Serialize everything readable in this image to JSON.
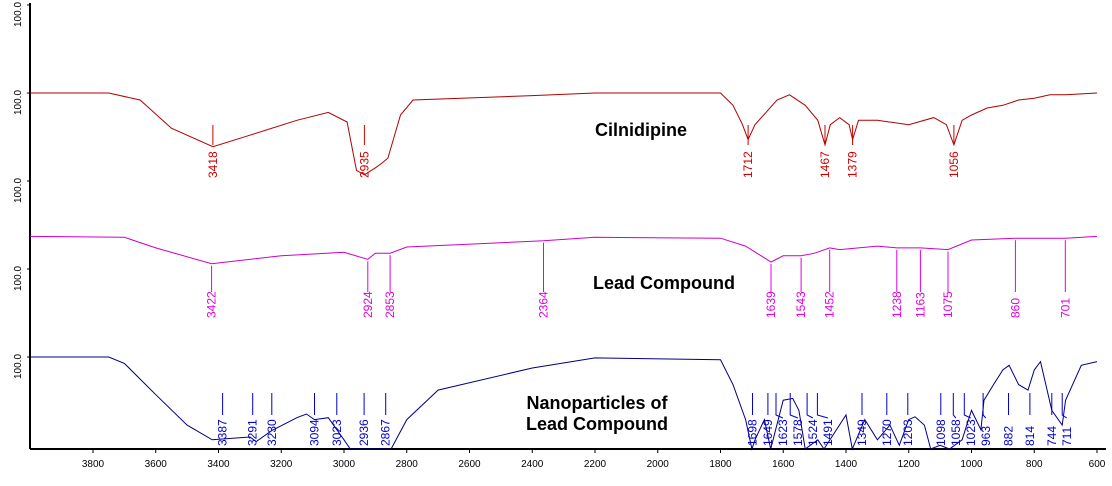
{
  "chart_data": {
    "type": "line",
    "title": "",
    "xlabel": "",
    "ylabel": "",
    "xlim": [
      4000,
      580
    ],
    "xticks": [
      3800,
      3600,
      3400,
      3200,
      3000,
      2800,
      2600,
      2400,
      2200,
      2000,
      1800,
      1600,
      1400,
      1200,
      1000,
      800,
      600
    ],
    "ytick_labels": [
      "100.0",
      "100.0",
      "100.0",
      "100.0",
      "100.0"
    ],
    "series": [
      {
        "name": "Cilnidipine",
        "color": "#b00000",
        "label_color": "#cc0000",
        "panel": 1,
        "points": [
          [
            4000,
            100
          ],
          [
            3750,
            100
          ],
          [
            3650,
            92
          ],
          [
            3550,
            60
          ],
          [
            3418,
            39
          ],
          [
            3300,
            52
          ],
          [
            3150,
            69
          ],
          [
            3050,
            78
          ],
          [
            2990,
            67
          ],
          [
            2960,
            12
          ],
          [
            2935,
            7
          ],
          [
            2900,
            15
          ],
          [
            2880,
            20
          ],
          [
            2860,
            26
          ],
          [
            2820,
            75
          ],
          [
            2780,
            92
          ],
          [
            2400,
            97
          ],
          [
            2200,
            100
          ],
          [
            1800,
            100
          ],
          [
            1760,
            86
          ],
          [
            1730,
            64
          ],
          [
            1712,
            47
          ],
          [
            1690,
            64
          ],
          [
            1620,
            92
          ],
          [
            1580,
            98
          ],
          [
            1530,
            86
          ],
          [
            1490,
            69
          ],
          [
            1467,
            41
          ],
          [
            1450,
            64
          ],
          [
            1420,
            72
          ],
          [
            1390,
            64
          ],
          [
            1379,
            47
          ],
          [
            1360,
            69
          ],
          [
            1300,
            69
          ],
          [
            1200,
            64
          ],
          [
            1120,
            72
          ],
          [
            1080,
            64
          ],
          [
            1056,
            41
          ],
          [
            1030,
            69
          ],
          [
            1000,
            75
          ],
          [
            950,
            83
          ],
          [
            900,
            86
          ],
          [
            850,
            92
          ],
          [
            800,
            94
          ],
          [
            750,
            98
          ],
          [
            700,
            98
          ],
          [
            600,
            100
          ]
        ],
        "peaks": [
          3418,
          2935,
          1712,
          1467,
          1379,
          1056
        ]
      },
      {
        "name": "Lead Compound",
        "color": "#cc00cc",
        "label_color": "#e000e0",
        "panel": 2,
        "points": [
          [
            4000,
            37
          ],
          [
            3700,
            36
          ],
          [
            3600,
            24
          ],
          [
            3422,
            6
          ],
          [
            3200,
            15
          ],
          [
            3000,
            19
          ],
          [
            2924,
            11
          ],
          [
            2900,
            18
          ],
          [
            2853,
            18
          ],
          [
            2800,
            25
          ],
          [
            2364,
            32
          ],
          [
            2200,
            36
          ],
          [
            1800,
            35
          ],
          [
            1720,
            26
          ],
          [
            1639,
            8
          ],
          [
            1600,
            15
          ],
          [
            1543,
            15
          ],
          [
            1500,
            18
          ],
          [
            1452,
            24
          ],
          [
            1420,
            22
          ],
          [
            1300,
            26
          ],
          [
            1238,
            24
          ],
          [
            1163,
            24
          ],
          [
            1075,
            22
          ],
          [
            1000,
            33
          ],
          [
            860,
            35
          ],
          [
            701,
            35
          ],
          [
            600,
            37
          ]
        ],
        "peaks": [
          3422,
          2924,
          2853,
          2364,
          1639,
          1543,
          1452,
          1238,
          1163,
          1075,
          860,
          701
        ]
      },
      {
        "name": "Nanoparticles of Lead Compound",
        "color": "#000080",
        "label_color": "#0000cc",
        "panel": 4,
        "points": [
          [
            4000,
            100
          ],
          [
            3750,
            100
          ],
          [
            3700,
            93
          ],
          [
            3600,
            59
          ],
          [
            3500,
            26
          ],
          [
            3420,
            10
          ],
          [
            3300,
            13
          ],
          [
            3280,
            8
          ],
          [
            3230,
            20
          ],
          [
            3150,
            34
          ],
          [
            3120,
            38
          ],
          [
            3094,
            32
          ],
          [
            3050,
            34
          ],
          [
            3000,
            10
          ],
          [
            2980,
            -6
          ],
          [
            2850,
            -6
          ],
          [
            2800,
            32
          ],
          [
            2700,
            64
          ],
          [
            2400,
            88
          ],
          [
            2200,
            99
          ],
          [
            1800,
            97
          ],
          [
            1760,
            70
          ],
          [
            1720,
            32
          ],
          [
            1700,
            -1
          ],
          [
            1690,
            10
          ],
          [
            1660,
            32
          ],
          [
            1640,
            -1
          ],
          [
            1600,
            53
          ],
          [
            1570,
            55
          ],
          [
            1550,
            42
          ],
          [
            1530,
            -1
          ],
          [
            1490,
            10
          ],
          [
            1470,
            -6
          ],
          [
            1400,
            37
          ],
          [
            1380,
            -1
          ],
          [
            1340,
            32
          ],
          [
            1300,
            10
          ],
          [
            1260,
            26
          ],
          [
            1230,
            4
          ],
          [
            1200,
            32
          ],
          [
            1180,
            35
          ],
          [
            1150,
            26
          ],
          [
            1130,
            -1
          ],
          [
            1100,
            4
          ],
          [
            1070,
            -6
          ],
          [
            1030,
            10
          ],
          [
            1000,
            42
          ],
          [
            970,
            21
          ],
          [
            960,
            53
          ],
          [
            930,
            70
          ],
          [
            900,
            86
          ],
          [
            880,
            91
          ],
          [
            850,
            70
          ],
          [
            820,
            64
          ],
          [
            800,
            86
          ],
          [
            780,
            95
          ],
          [
            744,
            42
          ],
          [
            711,
            26
          ],
          [
            700,
            53
          ],
          [
            650,
            91
          ],
          [
            600,
            95
          ]
        ],
        "peaks": [
          3387,
          3291,
          3230,
          3094,
          3023,
          2936,
          2867,
          1698,
          1649,
          1623,
          1578,
          1524,
          1491,
          1349,
          1270,
          1203,
          1098,
          1058,
          1023,
          963,
          882,
          814,
          744,
          711
        ]
      }
    ],
    "annotations": [
      "Cilnidipine",
      "Lead Compound",
      "Nanoparticles of",
      "Lead Compound"
    ]
  }
}
